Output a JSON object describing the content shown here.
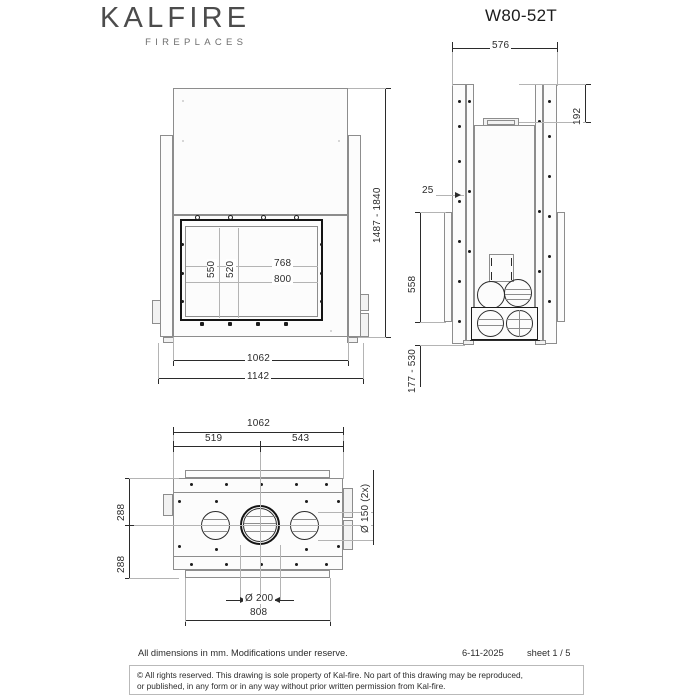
{
  "header": {
    "brand_name": "KALFIRE",
    "brand_sub": "FIREPLACES",
    "model": "W80-52T"
  },
  "front_view": {
    "name": "front-elevation",
    "dims": {
      "overall_height_range": "1487 - 1840",
      "glass_height_outer": "550",
      "glass_height_inner": "520",
      "glass_width_inner": "768",
      "glass_width_outer": "800",
      "body_width": "1062",
      "overall_width": "1142"
    }
  },
  "side_view": {
    "name": "side-section",
    "dims": {
      "depth": "576",
      "top_offset": "192",
      "wall_gap": "25",
      "body_height": "558",
      "leg_height_range": "177 - 530"
    }
  },
  "plan_view": {
    "name": "plan-view",
    "dims": {
      "overall_width": "1062",
      "left_offset": "519",
      "right_offset": "543",
      "depth_front": "288",
      "depth_rear": "288",
      "side_outlet_dia": "Ø 150 (2x)",
      "centre_outlet_dia": "Ø 200",
      "outer_frame_width": "808"
    }
  },
  "footer": {
    "note": "All dimensions in mm. Modifications under reserve.",
    "date": "6-11-2025",
    "sheet": "sheet 1 / 5",
    "copyright_line1": "© All rights reserved. This drawing is sole property of Kal-fire. No part of this drawing may be reproduced,",
    "copyright_line2": "or published, in any form or in any way without prior written permission from Kal-fire."
  },
  "colors": {
    "line": "#2b2b2b",
    "thin_line": "#8d8d8d",
    "brand_grey": "#4c4c4c",
    "text": "#1c1c1c"
  }
}
